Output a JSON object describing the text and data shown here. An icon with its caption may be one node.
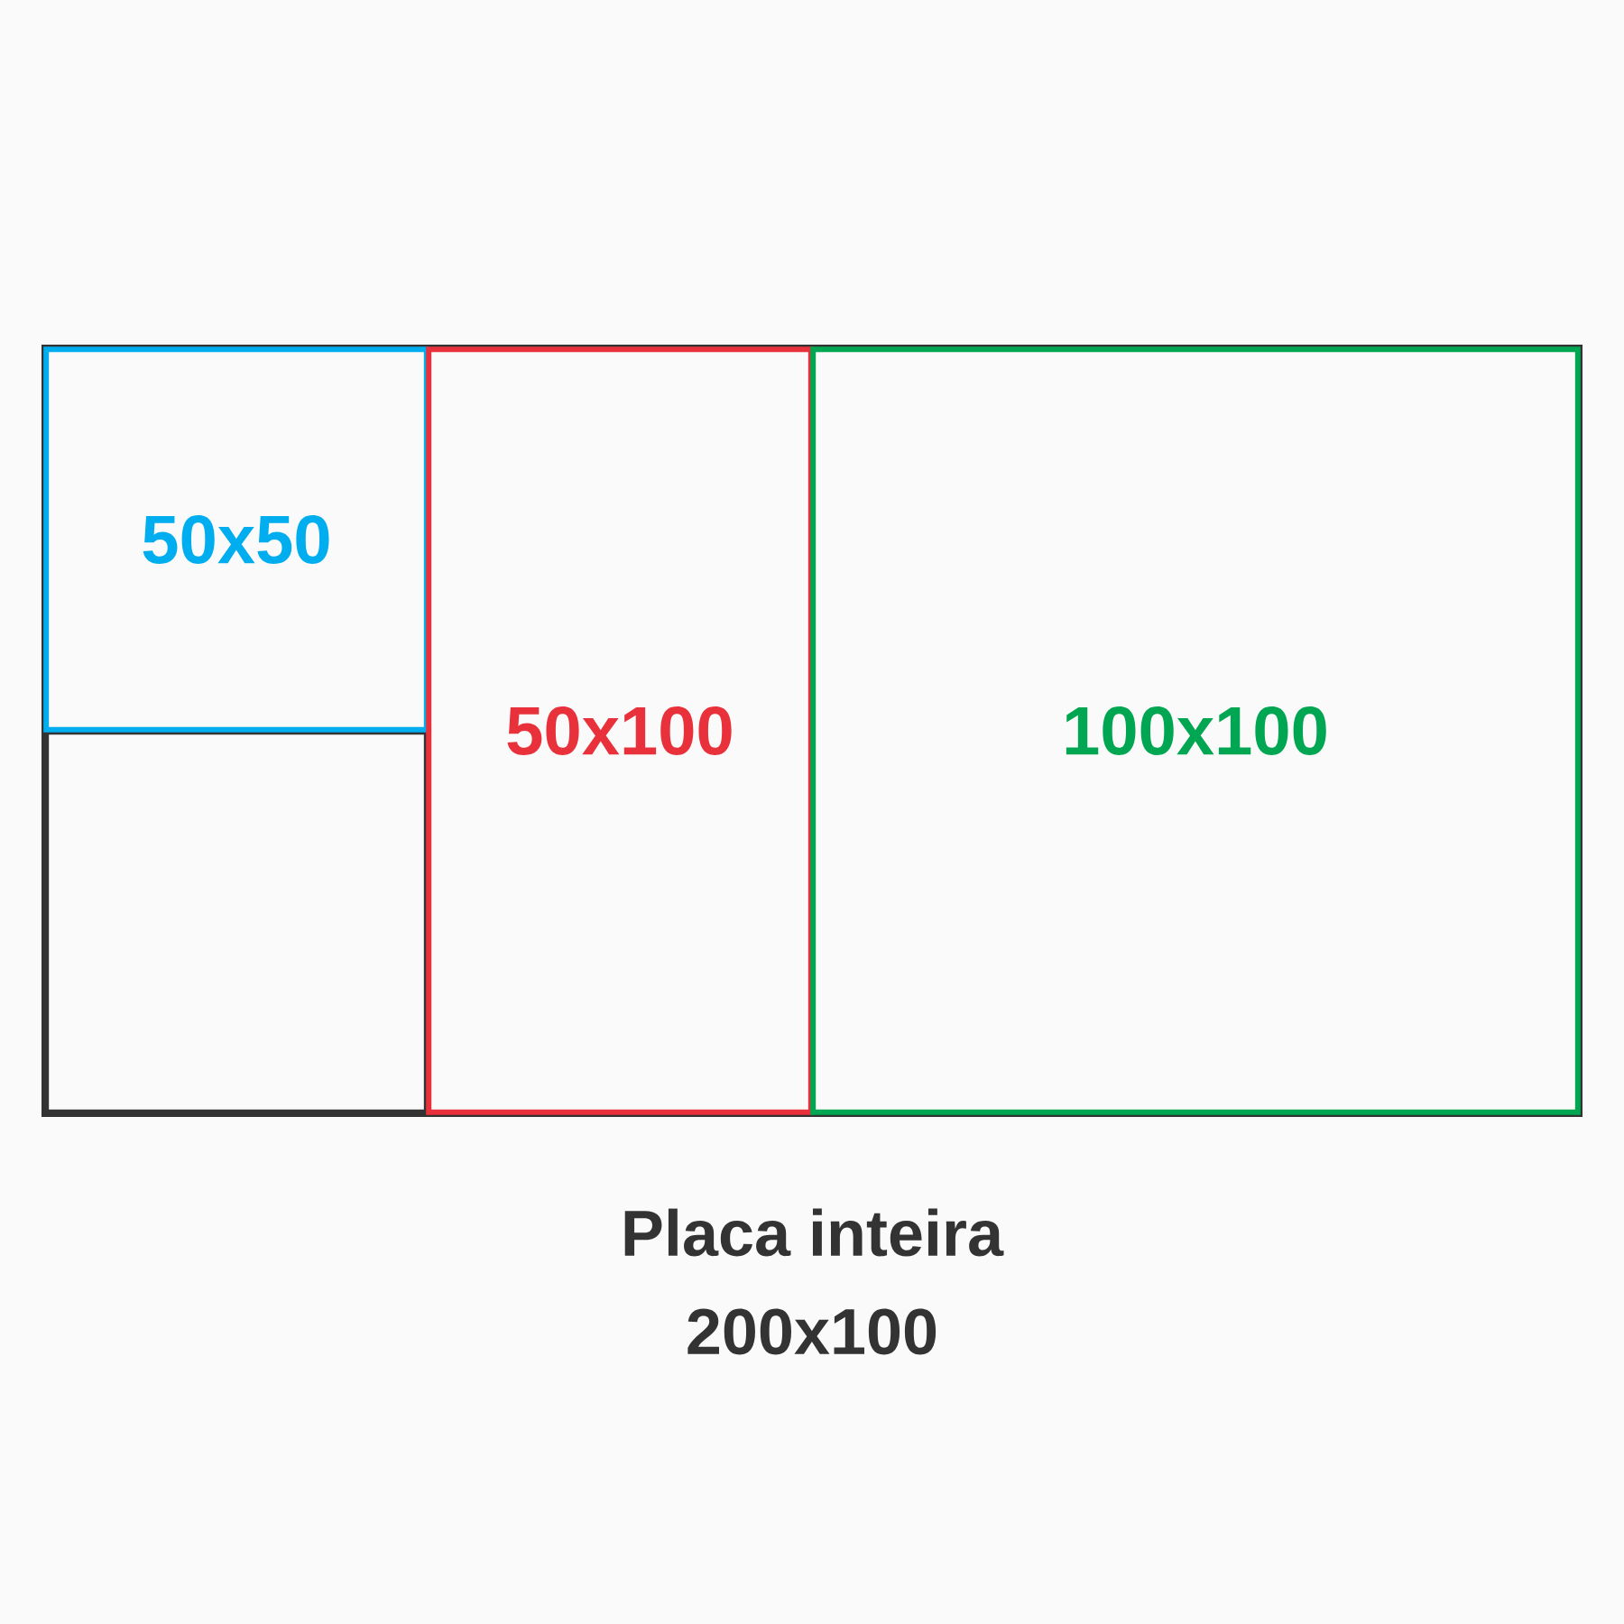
{
  "diagram": {
    "nodes": [
      {
        "text": [
          "Placa inteira",
          "200x100"
        ]
      },
      {
        "text": [
          "50x50"
        ],
        "in": 0
      },
      {
        "text": [],
        "shape": "box",
        "in": 0
      },
      {
        "text": [
          "50x100"
        ],
        "in": 0
      },
      {
        "text": [
          "100x100"
        ],
        "in": 0
      }
    ]
  }
}
